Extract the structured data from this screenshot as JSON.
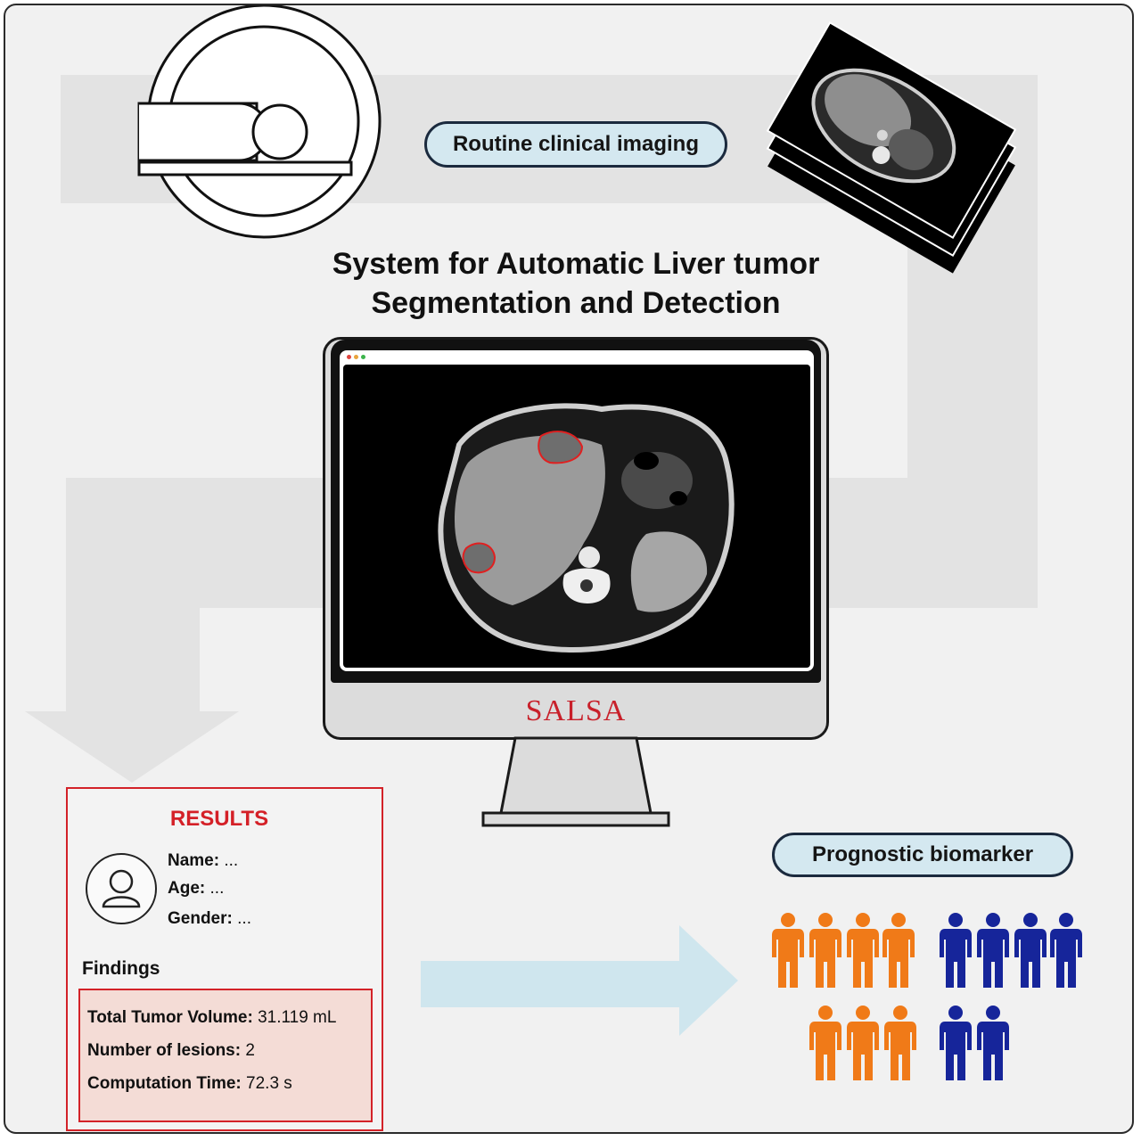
{
  "labels": {
    "routine_imaging": "Routine clinical imaging",
    "prognostic_biomarker": "Prognostic biomarker"
  },
  "title": {
    "line1": "System for Automatic Liver tumor",
    "line2": "Segmentation and Detection"
  },
  "monitor": {
    "brand": "SALSA",
    "window_dots": [
      "#e0443e",
      "#e8a33d",
      "#3cb44b"
    ]
  },
  "results": {
    "heading": "RESULTS",
    "patient": [
      {
        "label": "Name:",
        "value": "..."
      },
      {
        "label": "Age:",
        "value": "..."
      },
      {
        "label": "Gender:",
        "value": "..."
      }
    ],
    "findings_heading": "Findings",
    "findings": [
      {
        "label": "Total Tumor Volume:",
        "value": "31.119 mL"
      },
      {
        "label": "Number of lesions:",
        "value": "2"
      },
      {
        "label": "Computation Time:",
        "value": "72.3 s"
      }
    ]
  },
  "people": {
    "orange_count": 7,
    "blue_count": 6,
    "orange_color": "#f07a18",
    "blue_color": "#16259a"
  },
  "colors": {
    "accent_red": "#d42027",
    "pill_fill": "#d4e8f0",
    "flow_arrow": "#e3e3e3",
    "forward_arrow": "#cfe6ee"
  },
  "icons": [
    "ct-scanner-icon",
    "ct-slices-icon",
    "user-avatar-icon",
    "person-icon",
    "arrow-icon"
  ]
}
